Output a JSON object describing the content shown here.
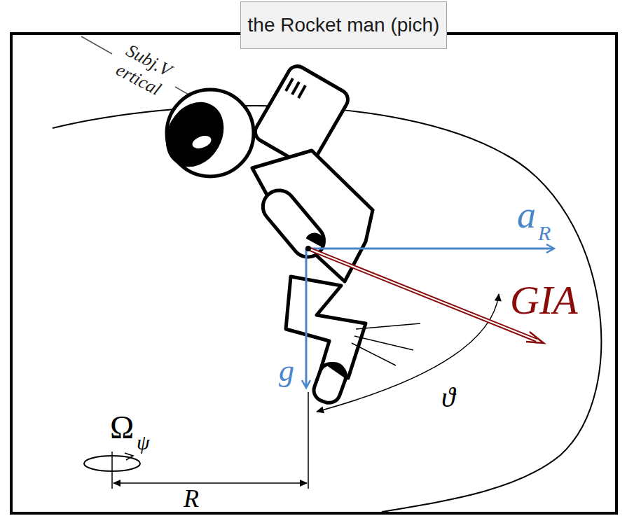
{
  "diagram": {
    "title": "the Rocket man (pich)",
    "labels": [
      "Subj.V ertical",
      "a",
      "R",
      "GIA",
      "Ω",
      "ψ",
      "g",
      "ϑ",
      "R"
    ]
  }
}
